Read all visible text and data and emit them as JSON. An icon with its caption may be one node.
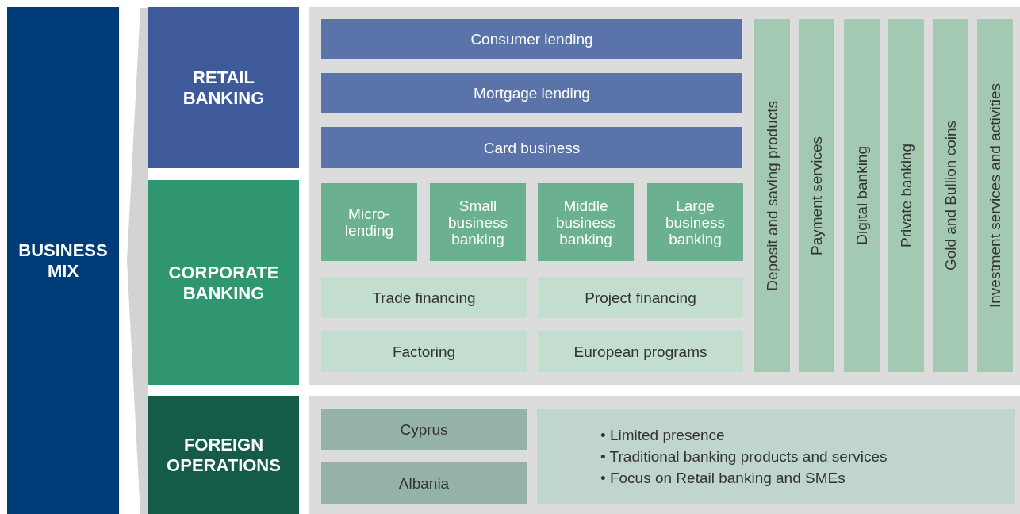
{
  "diagram": {
    "nodes": [
      {
        "text": [
          "BUSINESS MIX"
        ]
      },
      {
        "text": [
          "RETAIL BANKING"
        ]
      },
      {
        "text": [
          "CORPORATE BANKING"
        ]
      },
      {
        "text": [
          "FOREIGN OPERATIONS"
        ]
      },
      {
        "text": [],
        "shape": "box"
      },
      {
        "text": [],
        "shape": "box"
      },
      {
        "text": [
          "Consumer lending"
        ],
        "in": 4
      },
      {
        "text": [
          "Mortgage lending"
        ],
        "in": 4
      },
      {
        "text": [
          "Card business"
        ],
        "in": 4
      },
      {
        "text": [
          "Micro-lending"
        ],
        "in": 4
      },
      {
        "text": [
          "Small business banking"
        ],
        "in": 4
      },
      {
        "text": [
          "Middle business banking"
        ],
        "in": 4
      },
      {
        "text": [
          "Large business banking"
        ],
        "in": 4
      },
      {
        "text": [
          "Trade financing"
        ],
        "in": 4
      },
      {
        "text": [
          "Project financing"
        ],
        "in": 4
      },
      {
        "text": [
          "Factoring"
        ],
        "in": 4
      },
      {
        "text": [
          "European programs"
        ],
        "in": 4
      },
      {
        "text": [
          "Deposit and saving products"
        ],
        "in": 4
      },
      {
        "text": [
          "Payment services"
        ],
        "in": 4
      },
      {
        "text": [
          "Digital banking"
        ],
        "in": 4
      },
      {
        "text": [
          "Private banking"
        ],
        "in": 4
      },
      {
        "text": [
          "Gold and Bullion coins"
        ],
        "in": 4
      },
      {
        "text": [
          "Investment services and activities"
        ],
        "in": 4
      },
      {
        "text": [
          "Cyprus"
        ],
        "in": 5
      },
      {
        "text": [
          "Albania"
        ],
        "in": 5
      },
      {
        "text": [
          "• Limited presence",
          "• Traditional banking products and services",
          "• Focus on Retail banking and SMEs"
        ],
        "in": 5
      },
      {
        "text": [],
        "shape": "chevron"
      }
    ]
  }
}
